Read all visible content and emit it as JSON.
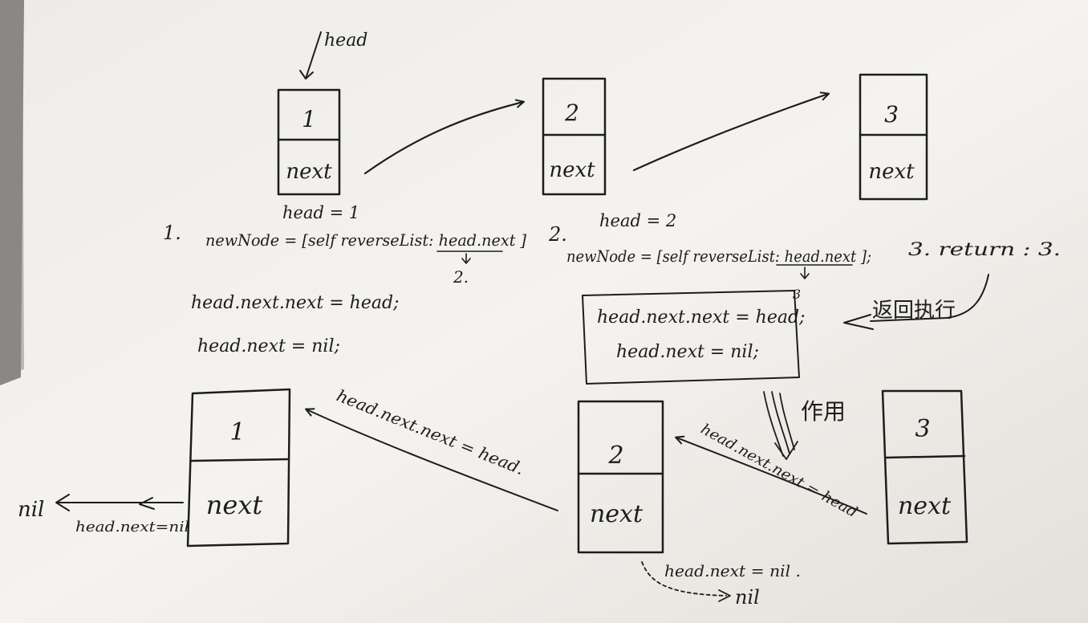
{
  "top_row": {
    "head_pointer_label": "head",
    "nodes": [
      {
        "value": "1",
        "field": "next"
      },
      {
        "value": "2",
        "field": "next"
      },
      {
        "value": "3",
        "field": "next"
      }
    ]
  },
  "steps": {
    "step1": {
      "number": "1.",
      "head_assign": "head = 1",
      "call": "newNode = [self reverseList: head.next ]",
      "call_arrow_label": "2.",
      "line1": "head.next.next = head;",
      "line2": "head.next = nil;"
    },
    "step2": {
      "number": "2.",
      "head_assign": "head = 2",
      "call": "newNode = [self reverseList: head.next ];",
      "call_arrow_label": "3",
      "box_line1": "head.next.next = head;",
      "box_line2": "head.next = nil;"
    },
    "step3": {
      "text": "3. return : 3."
    },
    "return_execute": "返回执行",
    "effect": "作用"
  },
  "bottom_row": {
    "nodes": [
      {
        "value": "1",
        "field": "next"
      },
      {
        "value": "2",
        "field": "next"
      },
      {
        "value": "3",
        "field": "next"
      }
    ],
    "arrow_2_to_1_label": "head.next.next = head.",
    "arrow_3_to_2_label": "head.next.next = head",
    "node1_nil_label": "nil",
    "node1_nil_arrow_label": "head.next=nil",
    "node2_nil_arrow_label": "head.next = nil .",
    "node2_nil_label": "nil"
  }
}
